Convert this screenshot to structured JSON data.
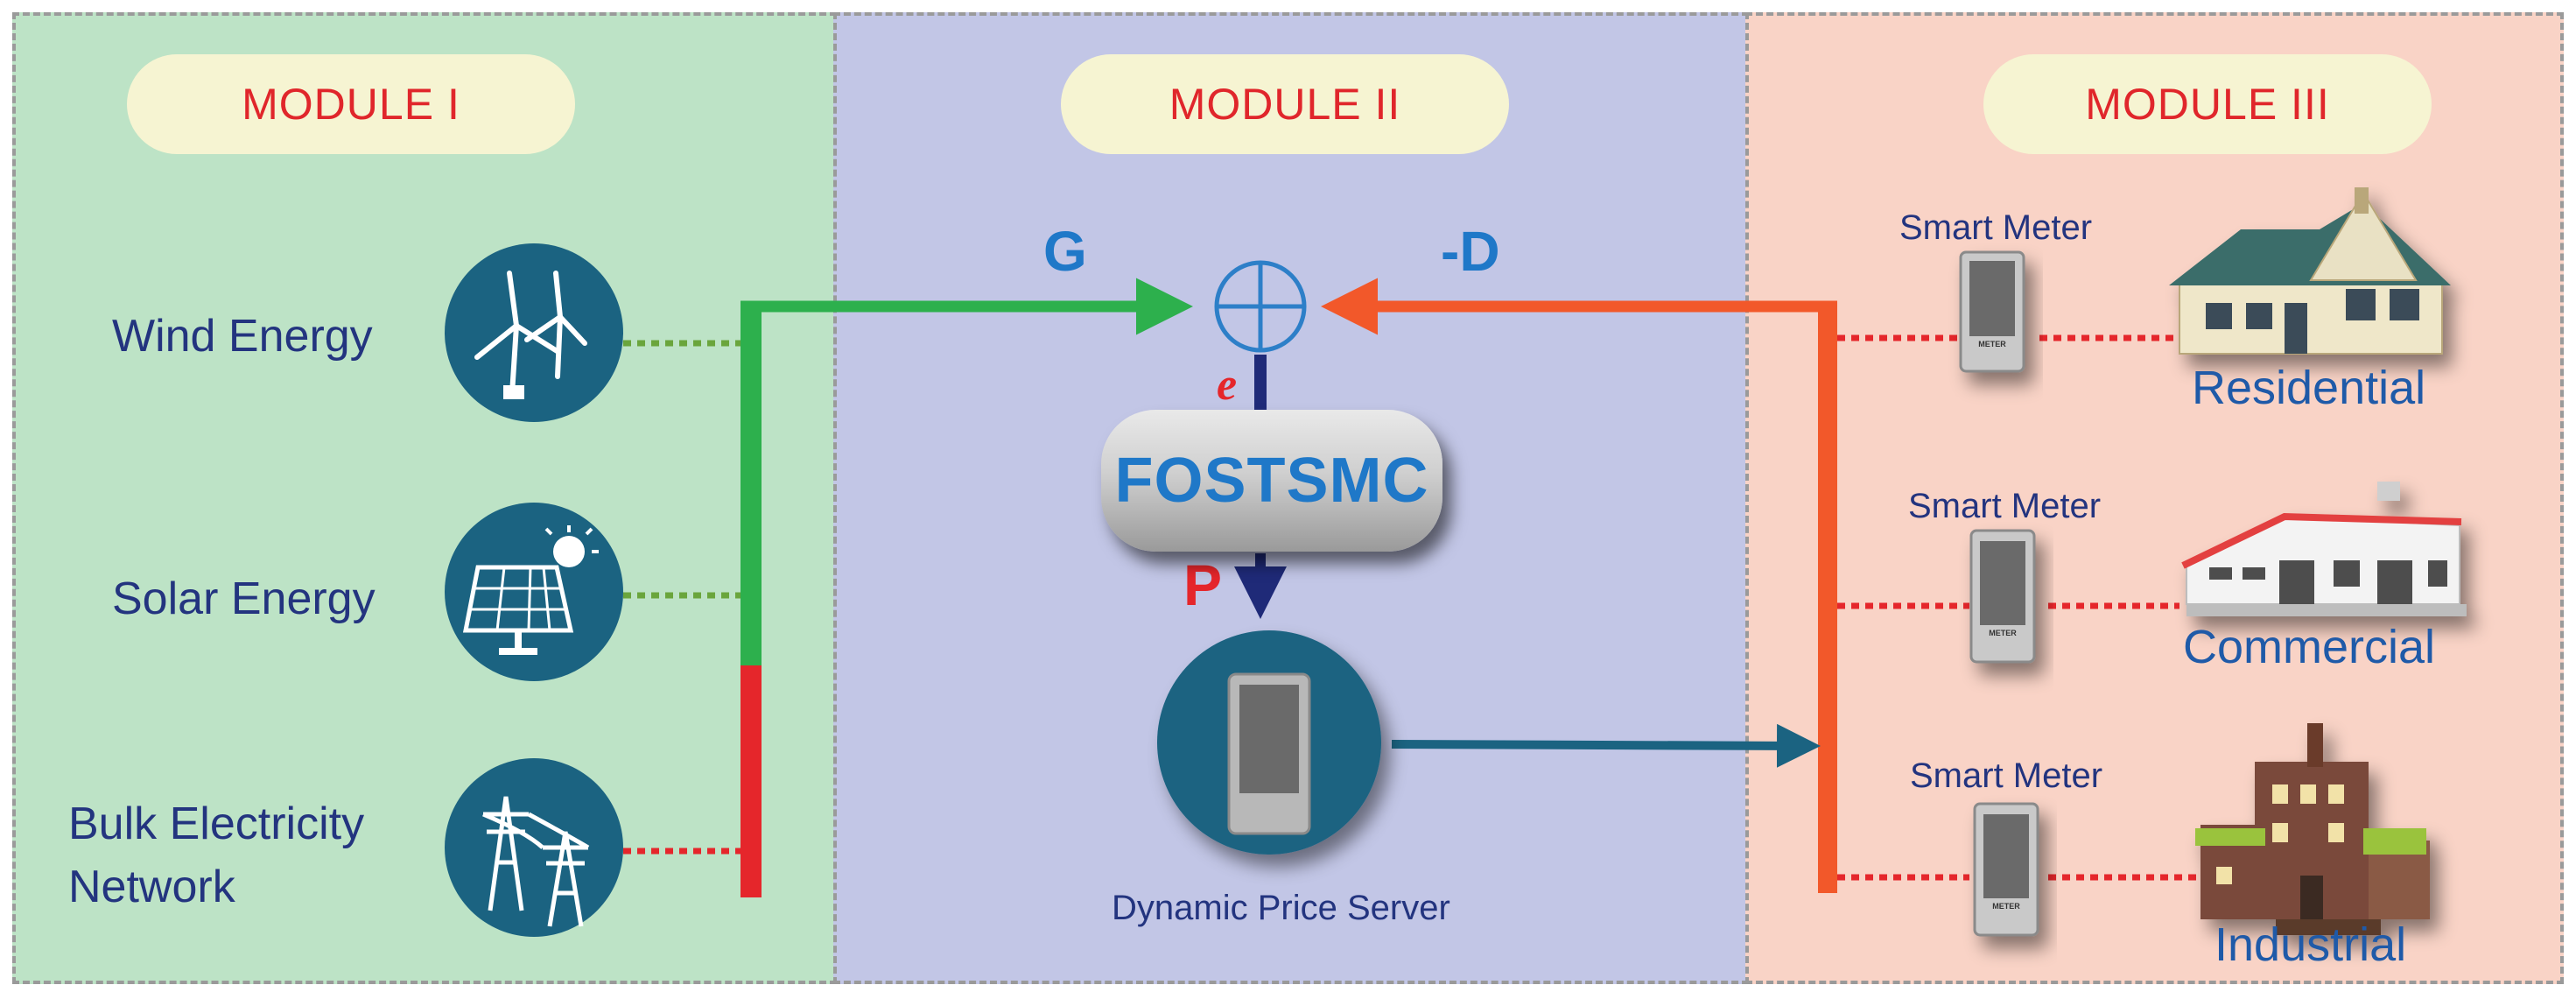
{
  "modules": {
    "module1": "MODULE I",
    "module2": "MODULE II",
    "module3": "MODULE III"
  },
  "sources": {
    "wind": "Wind Energy",
    "solar": "Solar Energy",
    "bulk": "Bulk Electricity\nNetwork"
  },
  "signals": {
    "g": "G",
    "d": "-D",
    "e": "e",
    "p": "P"
  },
  "controller": "FOSTSMC",
  "server": "Dynamic Price Server",
  "meters": {
    "m1": "Smart Meter",
    "m2": "Smart Meter",
    "m3": "Smart Meter",
    "meter_text": "METER"
  },
  "consumers": {
    "residential": "Residential",
    "commercial": "Commercial",
    "industrial": "Industrial"
  },
  "colors": {
    "module1_bg": "#bde3c6",
    "module2_bg": "#c2c6e6",
    "module3_bg": "#f9d3c6",
    "icon_circle": "#1b6381",
    "green_line": "#2db04d",
    "red_line": "#e5262b",
    "orange_line": "#f2582a",
    "navy_line": "#1f2a78",
    "teal_line": "#1b6381"
  },
  "icons": {
    "wind": "wind-turbine-icon",
    "solar": "solar-panel-icon",
    "bulk": "transmission-tower-icon",
    "sum": "summing-junction-icon",
    "server": "price-server-icon"
  }
}
